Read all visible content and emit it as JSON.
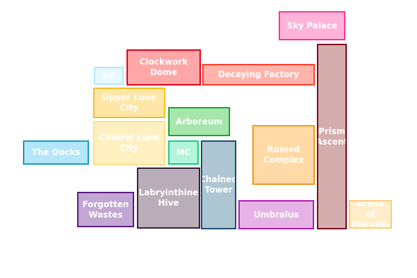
{
  "rooms": [
    {
      "id": "sky-palace",
      "label": "Sky Palace",
      "fill": "#ffb3d9",
      "border": "#ff3399"
    },
    {
      "id": "clockwork-dome",
      "label": "Clockwork Dome",
      "fill": "#ffa6a6",
      "border": "#e6001a"
    },
    {
      "id": "decaying-factory",
      "label": "Decaying Factory",
      "fill": "#ffb3aa",
      "border": "#ff3b2e"
    },
    {
      "id": "prism-ascent",
      "label": "Prism Ascent",
      "fill": "#d4adad",
      "border": "#800018"
    },
    {
      "id": "sv",
      "label": "SV",
      "fill": "#e8f8ff",
      "border": "#b3e6ff"
    },
    {
      "id": "upper-lune-city",
      "label": "Upper Lune City",
      "fill": "#ffe6a6",
      "border": "#f0c020"
    },
    {
      "id": "arboreum",
      "label": "Arboreum",
      "fill": "#a6e6ad",
      "border": "#1aa62e"
    },
    {
      "id": "central-lune-city",
      "label": "Central Lune City",
      "fill": "#fff0c2",
      "border": "#ffe08a"
    },
    {
      "id": "the-docks",
      "label": "The Docks",
      "fill": "#b3e6f8",
      "border": "#1a99cc"
    },
    {
      "id": "mc",
      "label": "MC",
      "fill": "#b3f5da",
      "border": "#1acc80"
    },
    {
      "id": "chained-tower",
      "label": "Chained Tower",
      "fill": "#adc6d1",
      "border": "#1a4d73"
    },
    {
      "id": "ruined-complex",
      "label": "Ruined Complex",
      "fill": "#ffd9a6",
      "border": "#f09a1a"
    },
    {
      "id": "labyrinthine-hive",
      "label": "Labryinthine Hive",
      "fill": "#b8adb8",
      "border": "#332233"
    },
    {
      "id": "forgotten-wastes",
      "label": "Forgotten Wastes",
      "fill": "#c2a6d4",
      "border": "#5a1a80"
    },
    {
      "id": "umbralus",
      "label": "Umbralus",
      "fill": "#e6b3e6",
      "border": "#b31ab3"
    },
    {
      "id": "arena-of-marvels",
      "label": "Arena of Marvels",
      "fill": "#ffedc7",
      "border": "#ffcc73"
    }
  ]
}
